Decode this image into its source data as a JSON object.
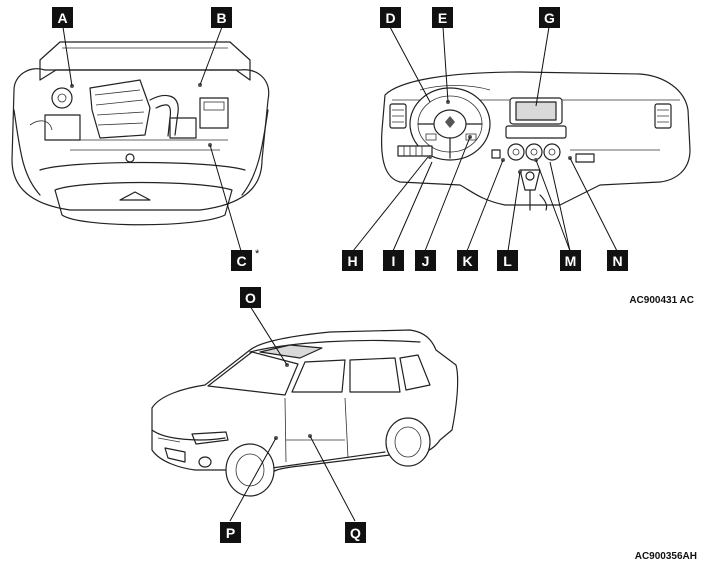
{
  "figure_codes": {
    "upper": "AC900431 AC",
    "lower": "AC900356AH"
  },
  "callouts": [
    {
      "id": "A",
      "label": "A"
    },
    {
      "id": "B",
      "label": "B"
    },
    {
      "id": "C",
      "label": "C",
      "suffix": "*"
    },
    {
      "id": "D",
      "label": "D"
    },
    {
      "id": "E",
      "label": "E"
    },
    {
      "id": "G",
      "label": "G"
    },
    {
      "id": "H",
      "label": "H"
    },
    {
      "id": "I",
      "label": "I"
    },
    {
      "id": "J",
      "label": "J"
    },
    {
      "id": "K",
      "label": "K"
    },
    {
      "id": "L",
      "label": "L"
    },
    {
      "id": "M",
      "label": "M"
    },
    {
      "id": "N",
      "label": "N"
    },
    {
      "id": "O",
      "label": "O"
    },
    {
      "id": "P",
      "label": "P"
    },
    {
      "id": "Q",
      "label": "Q"
    }
  ]
}
